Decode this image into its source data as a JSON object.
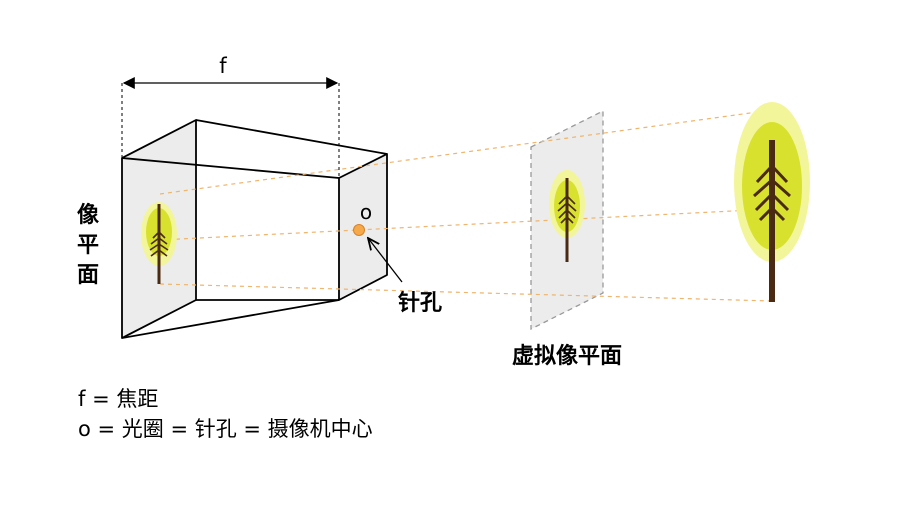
{
  "labels": {
    "focal_symbol": "f",
    "image_plane": "像平面",
    "aperture_symbol": "o",
    "pinhole": "针孔",
    "virtual_image_plane": "虚拟像平面"
  },
  "legend": {
    "line1": "f  = 焦距",
    "line2": "o = 光圈 = 针孔 = 摄像机中心"
  },
  "colors": {
    "box_stroke": "#000000",
    "plane_fill": "#ececec",
    "ray": "#f0b46a",
    "pinhole_fill": "#f5a94a",
    "pinhole_stroke": "#d9812a",
    "foliage_outer": "#f3f59a",
    "foliage_inner": "#d8e22e",
    "trunk": "#4a2a12"
  },
  "icons": [
    "tree-icon",
    "pinhole-icon",
    "arrow-icon"
  ]
}
